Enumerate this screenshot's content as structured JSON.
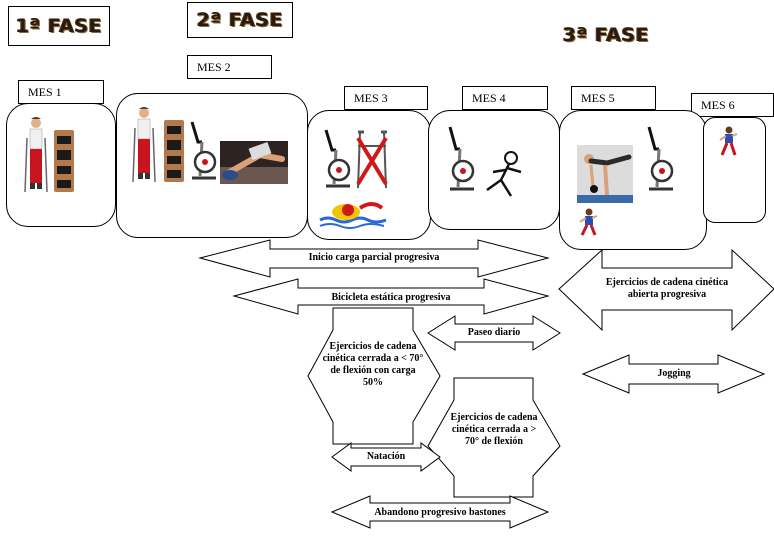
{
  "phases": [
    {
      "id": "fase1",
      "label": "1ª FASE"
    },
    {
      "id": "fase2",
      "label": "2ª FASE"
    },
    {
      "id": "fase3",
      "label": "3ª FASE"
    }
  ],
  "months": [
    "MES 1",
    "MES 2",
    "MES 3",
    "MES 4",
    "MES 5",
    "MES 6"
  ],
  "arrows": {
    "carga_parcial": "Inicio carga parcial progresiva",
    "bicicleta": "Bicicleta estática progresiva",
    "cadena_cerrada_70": "Ejercicios de cadena cinética cerrada a < 70° de flexión con carga 50%",
    "paseo": "Paseo diario",
    "cadena_cerrada_mas70": "Ejercicios de cadena cinética cerrada a > 70° de flexión",
    "natacion": "Natación",
    "bastones": "Abandono progresivo bastones",
    "cadena_abierta": "Ejercicios de cadena cinética abierta progresiva",
    "jogging": "Jogging"
  },
  "icons": {
    "crutch_man": "man-with-crutches-icon",
    "knee_brace": "knee-brace-icon",
    "bike": "exercise-bike-icon",
    "leg_press": "leg-exercise-photo-icon",
    "walker": "walker-icon",
    "crossed_walker": "crossed-out-walker-icon",
    "swimmer": "swimmer-icon",
    "walking": "walking-figure-icon",
    "gym_woman": "gym-woman-photo-icon",
    "runner": "runner-icon"
  }
}
